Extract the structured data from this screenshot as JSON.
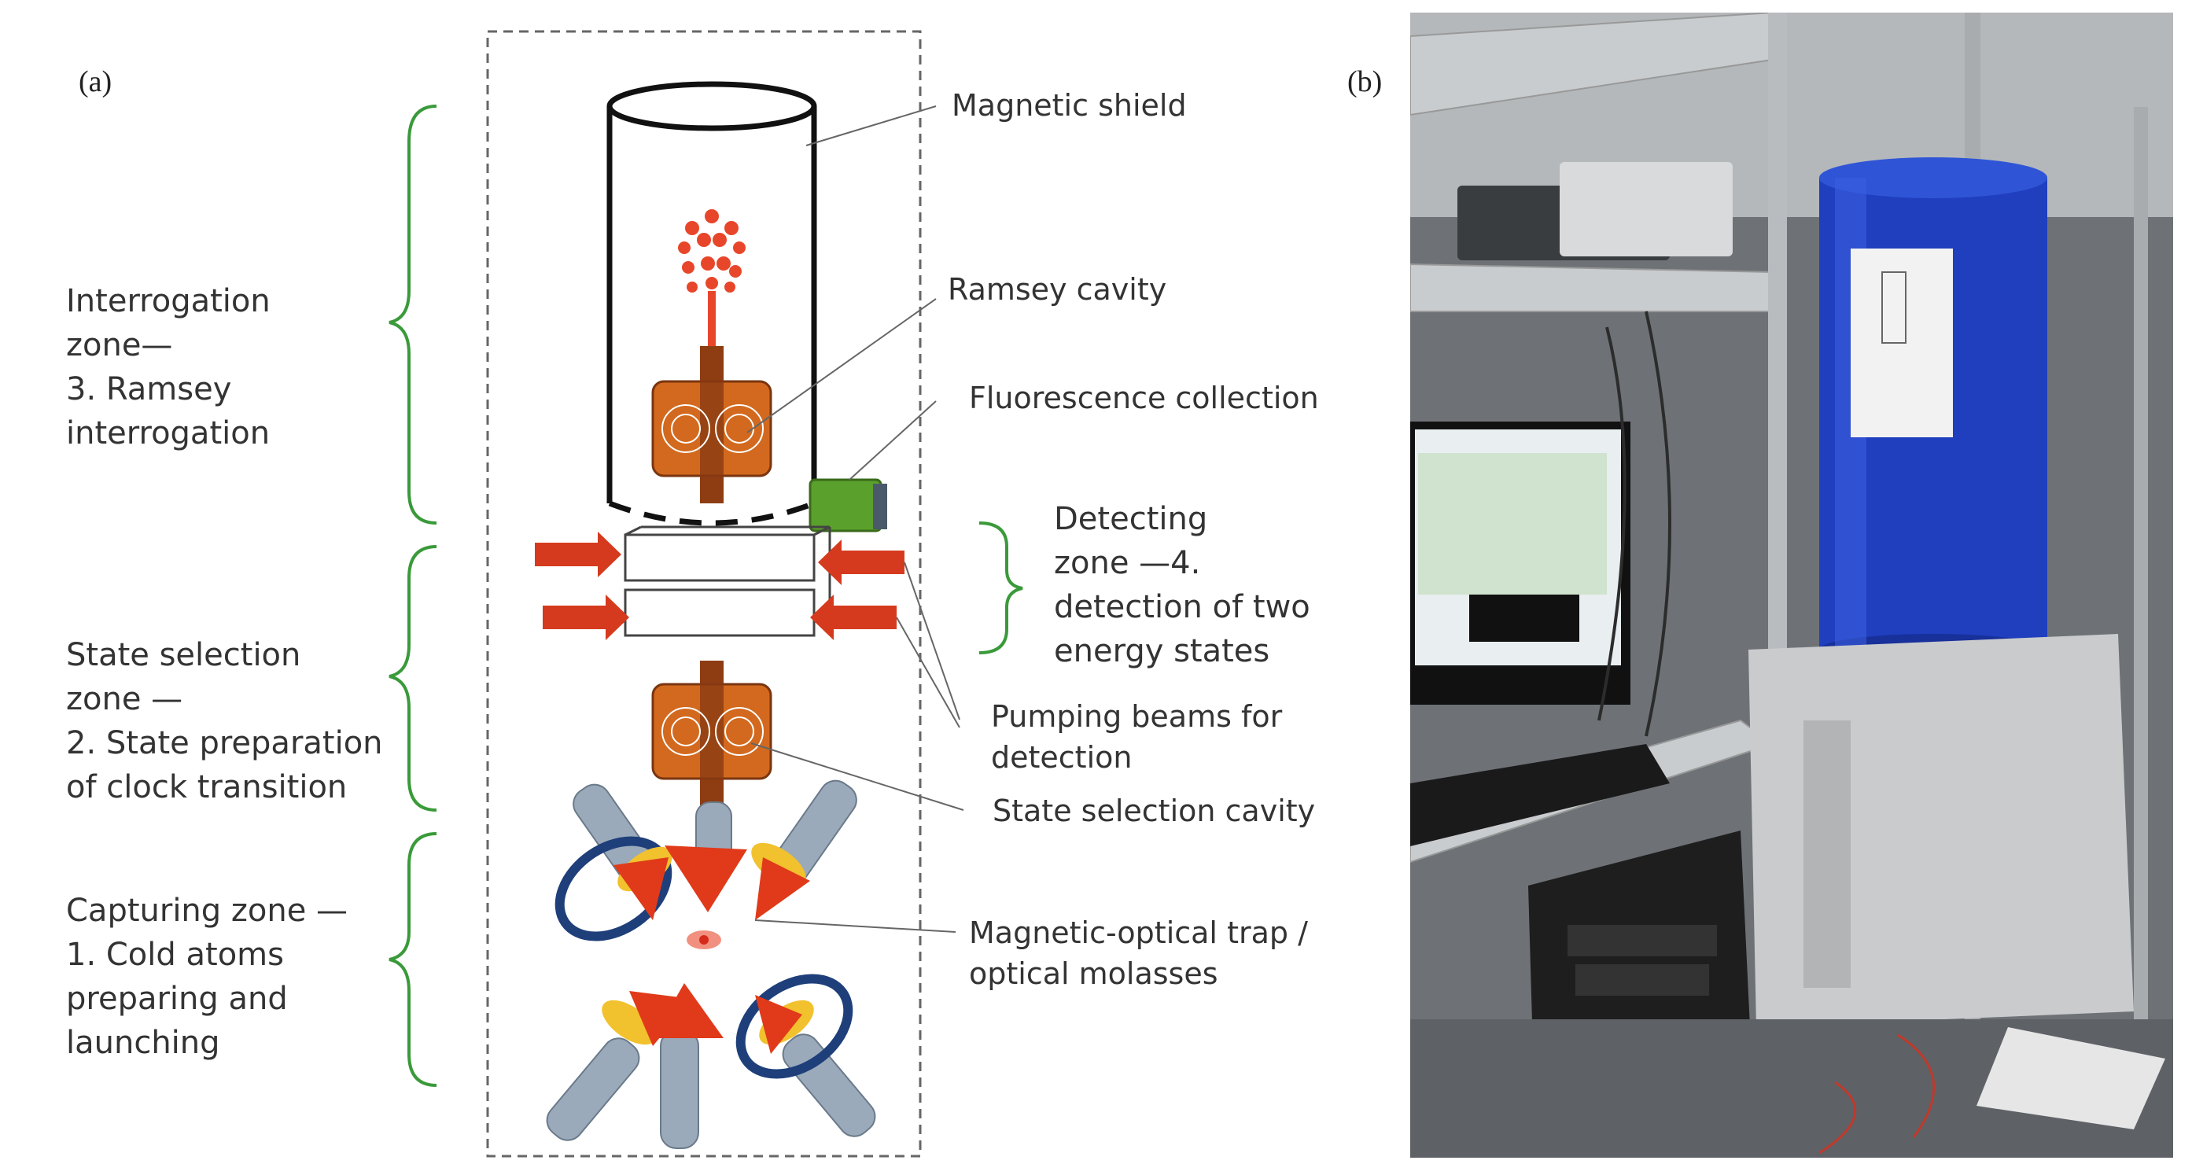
{
  "panels": {
    "a": "(a)",
    "b": "(b)"
  },
  "zones": {
    "interrogation": "Interrogation\nzone—\n3. Ramsey\ninterrogation",
    "state_selection": "State selection\nzone  —\n2. State preparation\nof clock transition",
    "capturing": "Capturing zone —\n1. Cold atoms\npreparing and\nlaunching",
    "detecting": "Detecting\nzone —4.\ndetection of two\nenergy states"
  },
  "callouts": {
    "magnetic_shield": "Magnetic shield",
    "ramsey_cavity": "Ramsey cavity",
    "fluorescence_collection": "Fluorescence collection",
    "pumping_beams": "Pumping beams for\ndetection",
    "state_selection_cavity": "State selection cavity",
    "mot": "Magnetic-optical trap /\noptical molasses"
  },
  "colors": {
    "bracket": "#3a9a3a",
    "cavity": "#d2691e",
    "beam": "#d63a1e",
    "fountain": "#e8462a",
    "coil": "#1f3f7a",
    "tube": "#9aaabb",
    "detector": "#5aa02c",
    "cylinder_blue": "#1f3fbf"
  }
}
